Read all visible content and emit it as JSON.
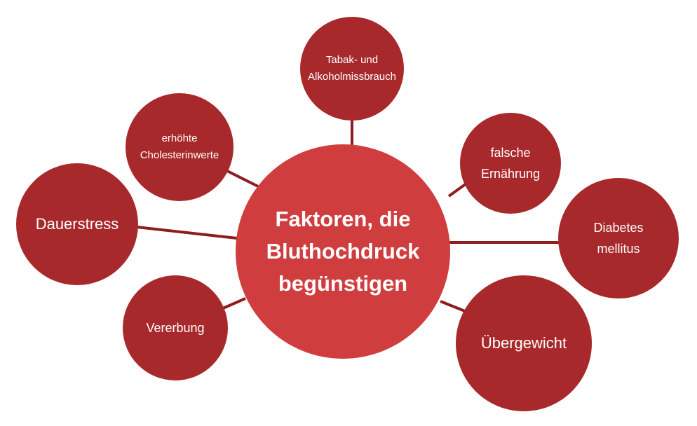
{
  "center": {
    "label_line1": "Faktoren, die",
    "label_line2": "Bluthochdruck",
    "label_line3": "begünstigen"
  },
  "factors": {
    "tabak": {
      "line1": "Tabak- und",
      "line2": "Alkoholmissbrauch"
    },
    "cholesterin": {
      "line1": "erhöhte",
      "line2": "Cholesterinwerte"
    },
    "dauerstress": {
      "line1": "Dauerstress"
    },
    "ernaehrung": {
      "line1": "falsche",
      "line2": "Ernährung"
    },
    "diabetes": {
      "line1": "Diabetes",
      "line2": "mellitus"
    },
    "vererbung": {
      "line1": "Vererbung"
    },
    "uebergewicht": {
      "line1": "Übergewicht"
    }
  },
  "colors": {
    "center": "#d03d3e",
    "outer": "#a8292b",
    "connector": "#8e1d1f"
  }
}
